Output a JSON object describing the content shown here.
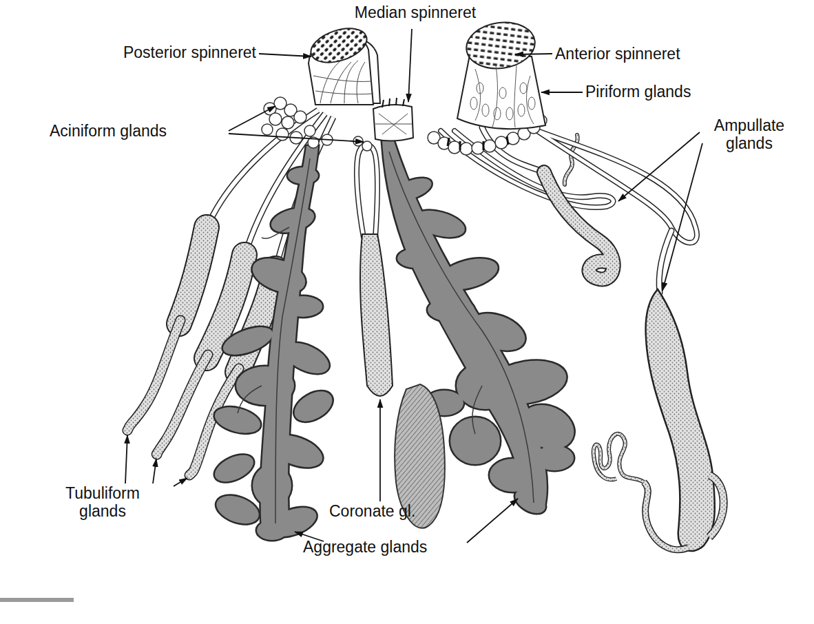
{
  "diagram": {
    "labels": [
      "Median spinneret",
      "Posterior spinneret",
      "Anterior spinneret",
      "Piriform glands",
      "Aciniform glands",
      "Ampullate glands",
      "Tubuliform glands",
      "Coronate gl.",
      "Aggregate glands"
    ]
  }
}
